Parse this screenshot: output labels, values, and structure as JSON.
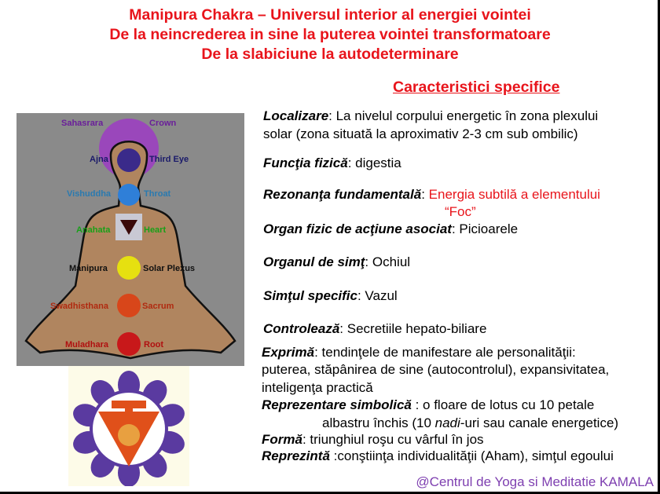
{
  "titles": [
    "Manipura Chakra – Universul interior al energiei vointei",
    "De la neincrederea in sine la puterea vointei transformatoare",
    "De la slabiciune la autodeterminare"
  ],
  "subtitle": "Caracteristici specifice",
  "chakra_labels": {
    "sahasrara": "Sahasrara",
    "crown": "Crown",
    "ajna": "Ajna",
    "third_eye": "Third Eye",
    "vishuddha": "Vishuddha",
    "throat": "Throat",
    "anahata": "Anahata",
    "heart": "Heart",
    "manipura": "Manipura",
    "solar_plexus": "Solar Plexus",
    "swadhisthana": "Swadhisthana",
    "sacrum": "Sacrum",
    "muladhara": "Muladhara",
    "root": "Root"
  },
  "items": {
    "localizare": {
      "label": "Localizare",
      "text1": ": La nivelul corpului energetic în zona plexului",
      "text2": "solar (zona situată la aproximativ 2-3 cm sub ombilic)"
    },
    "functia": {
      "label": "Funcţia fizică",
      "text": ": digestia"
    },
    "rezonanta": {
      "label": "Rezonanţa fundamentală",
      "sep": ": ",
      "text1": "Energia subtilă a elementului",
      "text2": "“Foc”"
    },
    "organ": {
      "label": "Organ fizic de acţiune asociat",
      "text": ": Picioarele"
    },
    "simt": {
      "label": "Organul de simţ",
      "text": ": Ochiul"
    },
    "simtul": {
      "label": "Simţul specific",
      "text": ": Vazul"
    },
    "controleaza": {
      "label": "Controlează",
      "text": ": Secretiile hepato-biliare"
    },
    "exprima": {
      "label": "Exprimă",
      "text1": ": tendinţele de manifestare ale personalităţii:",
      "text2": "puterea, stăpânirea de sine (autocontrolul), expansivitatea,",
      "text3": "inteligenţa practică"
    },
    "reprezentare": {
      "label": "Reprezentare simbolică",
      "text1": " : o floare de lotus cu 10 petale",
      "text2a": "albastru închis (10 ",
      "text2b": "nadi",
      "text2c": "-uri sau canale energetice)"
    },
    "forma": {
      "label": "Formă",
      "text": ": triunghiul roşu cu vârful în jos"
    },
    "reprezinta": {
      "label": "Reprezintă",
      "text": " :conştiinţa individualităţii (Aham), simţul egoului"
    }
  },
  "footer": "@Centrul de Yoga si Meditatie KAMALA",
  "colors": {
    "title": "#e8141b",
    "footer": "#7e3fb0",
    "image_bg": "#8a8a8a"
  }
}
